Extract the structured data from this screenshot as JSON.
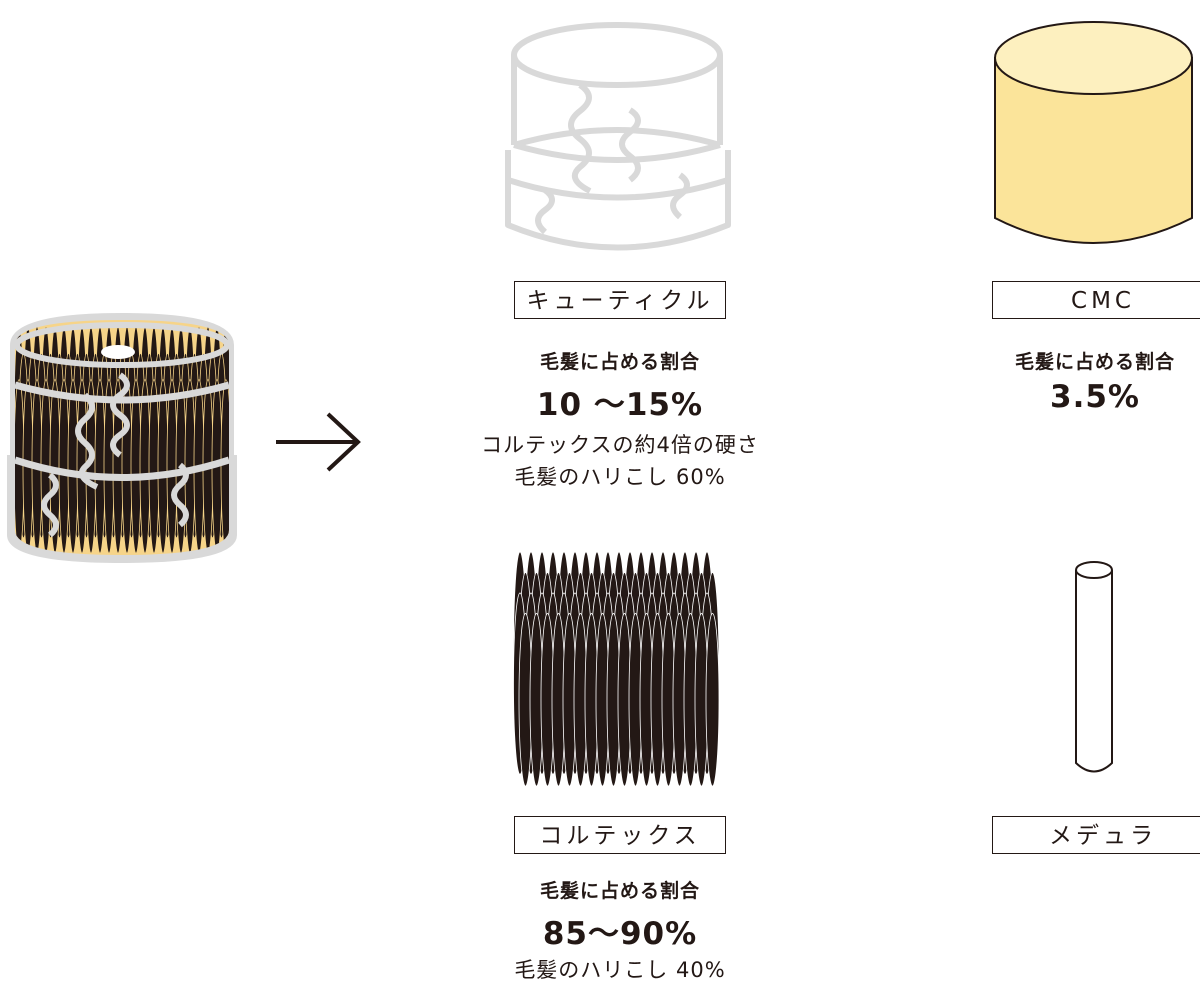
{
  "components": {
    "cuticle": {
      "label": "キューティクル",
      "ratio_heading": "毛髪に占める割合",
      "ratio_value": "10 〜15%",
      "notes": [
        "コルテックスの約4倍の硬さ",
        "毛髪のハリこし 60%"
      ]
    },
    "cmc": {
      "label": "CMC",
      "ratio_heading": "毛髪に占める割合",
      "ratio_value": "3.5%"
    },
    "cortex": {
      "label": "コルテックス",
      "ratio_heading": "毛髪に占める割合",
      "ratio_value": "85〜90%",
      "notes": [
        "毛髪のハリこし 40%"
      ]
    },
    "medulla": {
      "label": "メデュラ"
    }
  },
  "colors": {
    "dark": "#231815",
    "cuticle_gray": "#d9d9d9",
    "cmc_yellow": "#fbe49a",
    "cmc_yellow_light": "#fdf0bf"
  },
  "icons": {
    "hair_strand": "hair-strand-cross-section-icon",
    "arrow": "right-arrow-icon",
    "cuticle": "cuticle-cylinder-icon",
    "cmc": "cmc-cylinder-icon",
    "cortex": "cortex-fiber-bundle-icon",
    "medulla": "medulla-tube-icon"
  }
}
